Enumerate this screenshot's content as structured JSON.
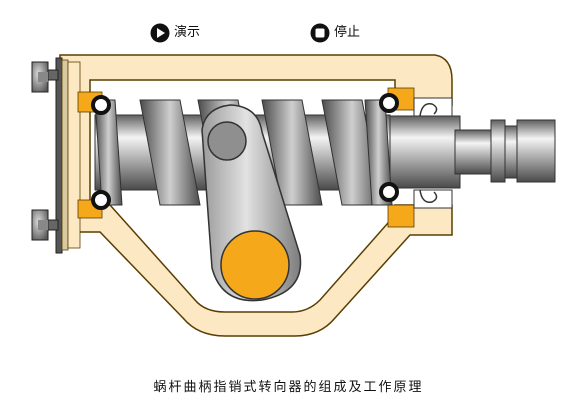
{
  "controls": {
    "play_label": "演示",
    "stop_label": "停止",
    "play_icon": "play-circle-icon",
    "stop_icon": "stop-circle-icon"
  },
  "caption": "蜗杆曲柄指销式转向器的组成及工作原理",
  "colors": {
    "housing": "#FCE9C4",
    "housing_outline": "#5A3E00",
    "bearing_pad": "#F4A81A",
    "crank_boss": "#F4A81A",
    "metal": "#A9A9A9"
  }
}
